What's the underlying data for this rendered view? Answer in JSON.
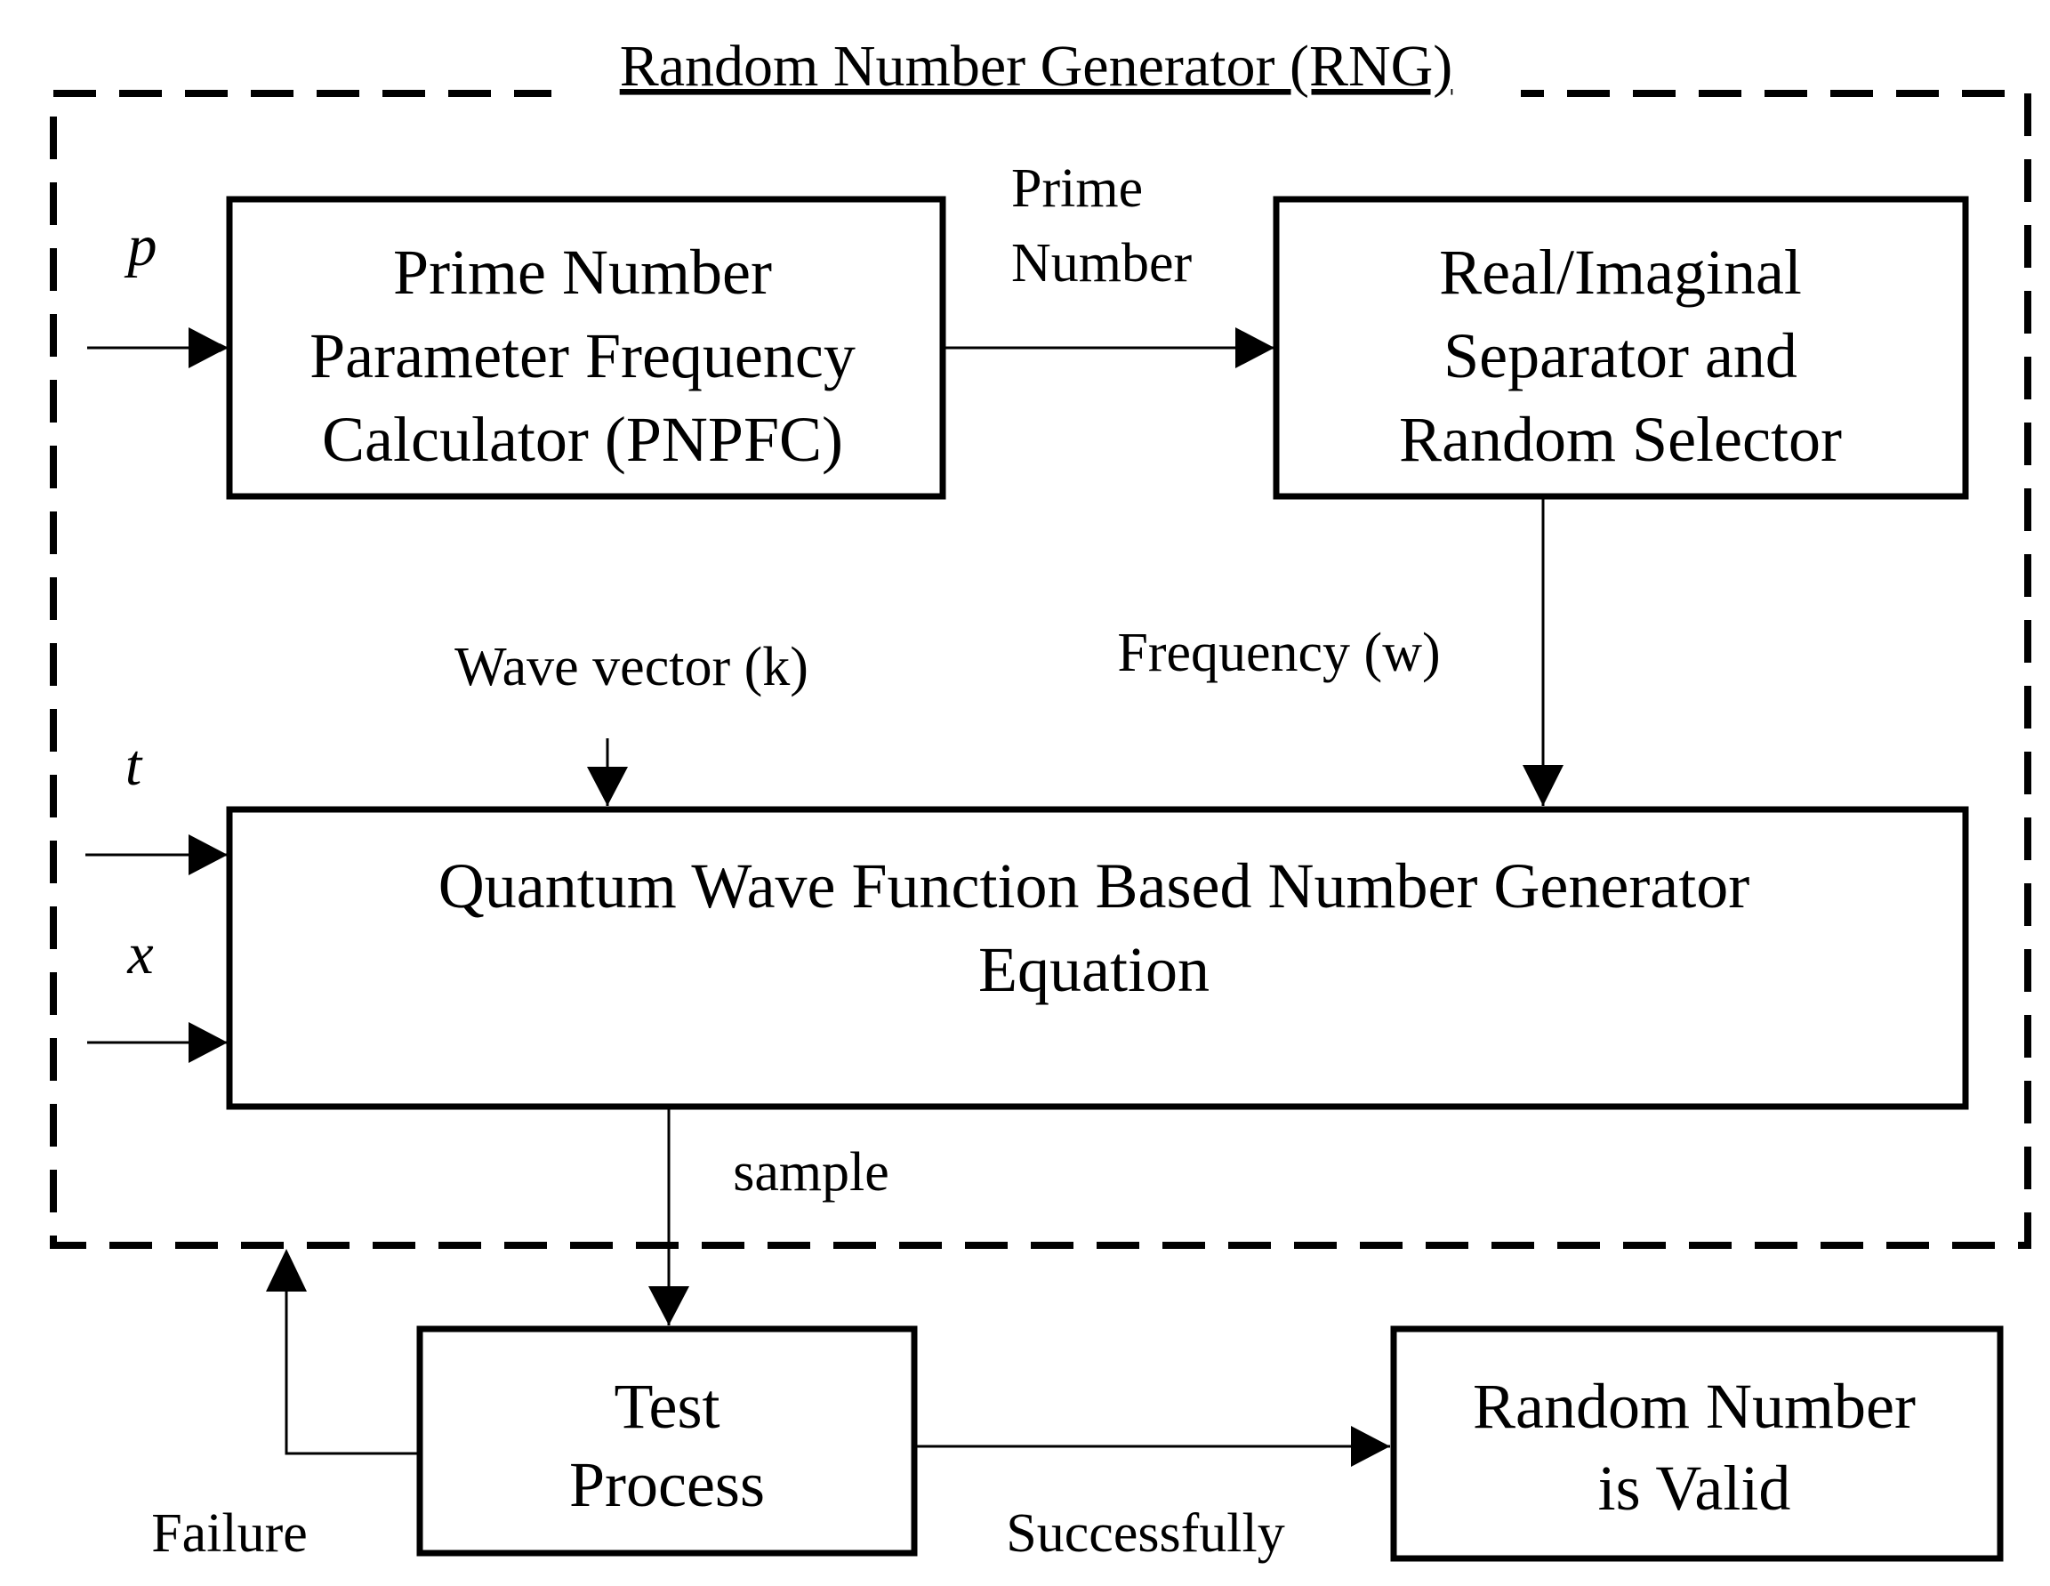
{
  "container": {
    "title": "Random Number Generator (RNG)"
  },
  "inputs": {
    "p": "p",
    "t": "t",
    "x": "x"
  },
  "blocks": {
    "pnpfc": {
      "lines": [
        "Prime Number",
        "Parameter Frequency",
        "Calculator (PNPFC)"
      ]
    },
    "separator": {
      "lines": [
        "Real/Imaginal",
        "Separator and",
        "Random Selector"
      ]
    },
    "generator": {
      "lines": [
        "Quantum Wave Function Based Number Generator",
        "Equation"
      ]
    },
    "test": {
      "lines": [
        "Test",
        "Process"
      ]
    },
    "valid": {
      "lines": [
        "Random Number",
        "is Valid"
      ]
    }
  },
  "edge_labels": {
    "prime_number": [
      "Prime",
      "Number"
    ],
    "wave_vector": "Wave vector (k)",
    "frequency": "Frequency (w)",
    "sample": "sample",
    "failure": "Failure",
    "successfully": "Successfully"
  },
  "colors": {
    "stroke": "#000000",
    "background": "#ffffff"
  }
}
